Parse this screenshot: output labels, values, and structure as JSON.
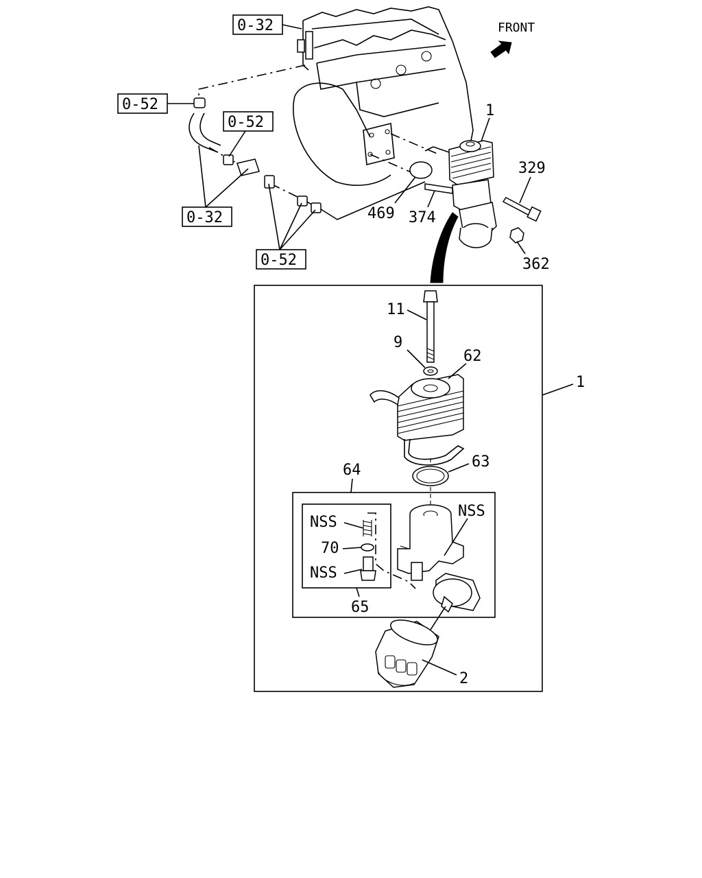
{
  "direction": {
    "label": "FRONT",
    "icon": "arrow-icon"
  },
  "refs": {
    "r1": "0-32",
    "r2": "0-52",
    "r3": "0-52",
    "r4": "0-32",
    "r5": "0-52"
  },
  "callouts": {
    "c1_top": "1",
    "c329": "329",
    "c469": "469",
    "c374": "374",
    "c362": "362",
    "c11": "11",
    "c9": "9",
    "c62": "62",
    "c1_side": "1",
    "c64": "64",
    "c63": "63",
    "nss_a": "NSS",
    "nss_b": "NSS",
    "c70": "70",
    "nss_c": "NSS",
    "c65": "65",
    "c2": "2"
  }
}
